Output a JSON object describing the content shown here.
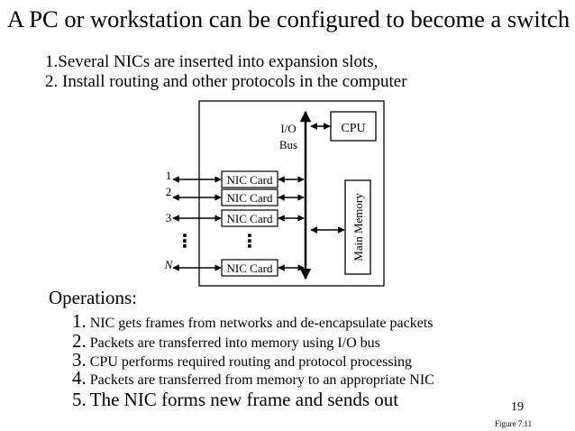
{
  "slide": {
    "title": "A PC or workstation can be configured to become a switch",
    "intro": [
      "1.Several NICs are inserted into expansion slots,",
      "2. Install routing and other protocols in the computer"
    ]
  },
  "diagram": {
    "cpu_label": "CPU",
    "bus_label_line1": "I/O",
    "bus_label_line2": "Bus",
    "memory_label": "Main Memory",
    "nic_cards": [
      "NIC Card",
      "NIC Card",
      "NIC Card",
      "NIC Card"
    ],
    "port_labels": [
      "1",
      "2",
      "3",
      "N"
    ],
    "ellipsis": "⋮"
  },
  "operations": {
    "title": "Operations:",
    "items": [
      {
        "num": "1.",
        "text": "NIC gets frames from networks and de-encapsulate packets"
      },
      {
        "num": "2.",
        "text": "Packets are transferred into memory using I/O bus"
      },
      {
        "num": "3.",
        "text": "CPU performs required routing and protocol processing"
      },
      {
        "num": "4.",
        "text": "Packets are transferred from memory to an appropriate NIC"
      },
      {
        "num": "5.",
        "text": "The NIC forms new frame and sends out"
      }
    ]
  },
  "footer": {
    "page_number": "19",
    "figure_ref": "Figure 7.11"
  }
}
